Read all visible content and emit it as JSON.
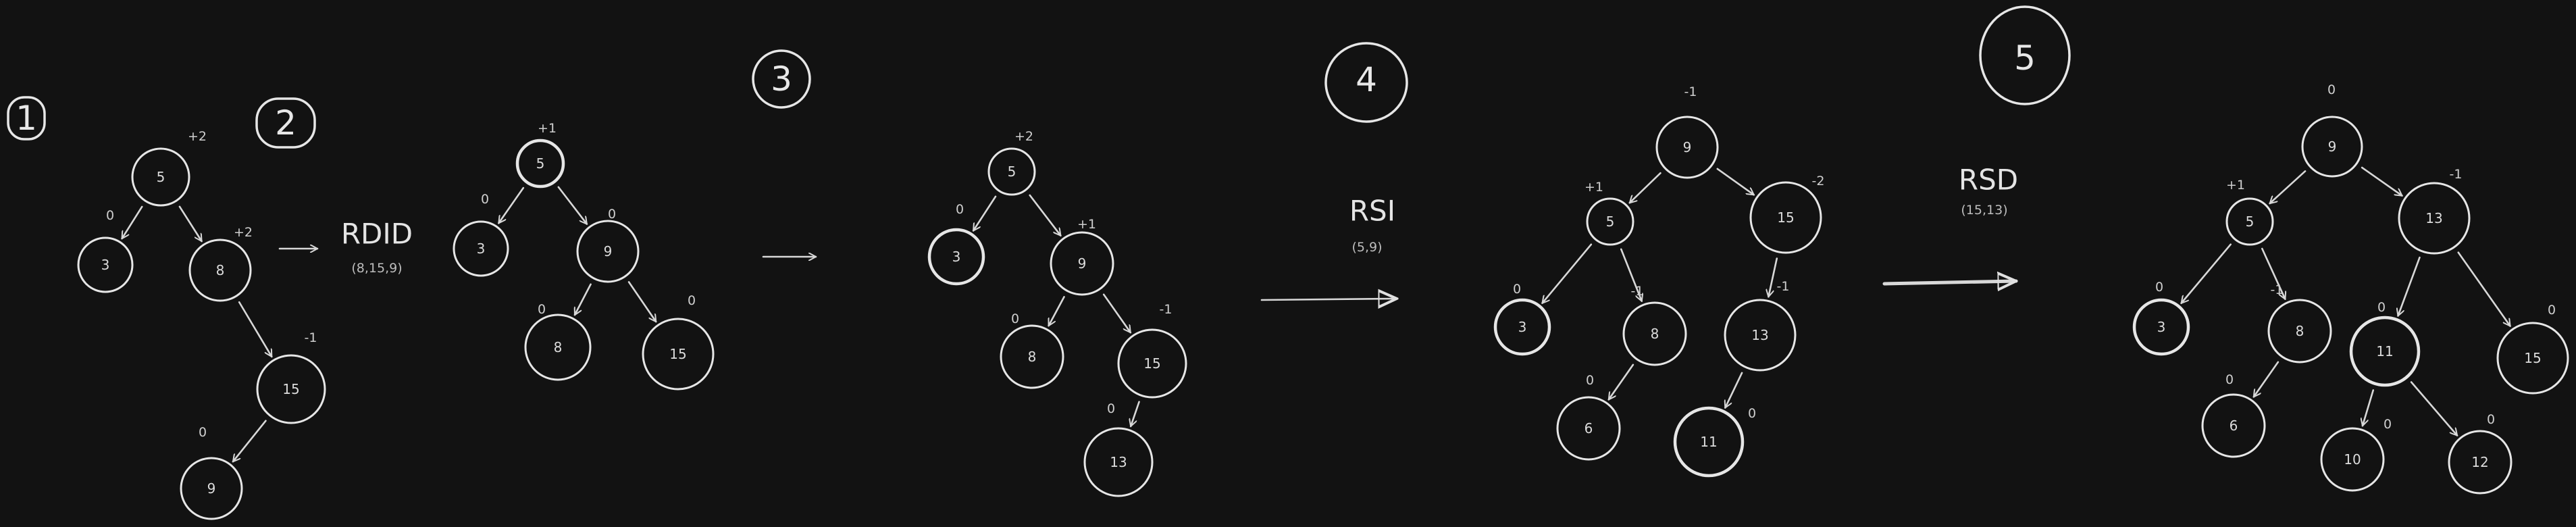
{
  "steps": [
    "1",
    "2",
    "3",
    "4",
    "5"
  ],
  "rotations": [
    {
      "name": "RDID",
      "keys": "(8,15,9)"
    },
    {
      "name": "RSI",
      "keys": "(5,9)"
    },
    {
      "name": "RSD",
      "keys": "(15,13)"
    }
  ],
  "trees": [
    {
      "nodes": [
        {
          "key": "5",
          "bf": "+2"
        },
        {
          "key": "3",
          "bf": "0"
        },
        {
          "key": "8",
          "bf": "+2"
        },
        {
          "key": "15",
          "bf": "-1"
        },
        {
          "key": "9",
          "bf": "0"
        }
      ]
    },
    {
      "nodes": [
        {
          "key": "5",
          "bf": "+1"
        },
        {
          "key": "3",
          "bf": "0"
        },
        {
          "key": "9",
          "bf": "0"
        },
        {
          "key": "8",
          "bf": "0"
        },
        {
          "key": "15",
          "bf": "0"
        }
      ]
    },
    {
      "nodes": [
        {
          "key": "5",
          "bf": "+2"
        },
        {
          "key": "3",
          "bf": "0"
        },
        {
          "key": "9",
          "bf": "+1"
        },
        {
          "key": "8",
          "bf": "0"
        },
        {
          "key": "15",
          "bf": "-1"
        },
        {
          "key": "13",
          "bf": "0"
        }
      ]
    },
    {
      "nodes": [
        {
          "key": "9",
          "bf": "-1"
        },
        {
          "key": "5",
          "bf": "+1"
        },
        {
          "key": "15",
          "bf": "-2"
        },
        {
          "key": "3",
          "bf": "0"
        },
        {
          "key": "8",
          "bf": "-1"
        },
        {
          "key": "13",
          "bf": "-1"
        },
        {
          "key": "6",
          "bf": "0"
        },
        {
          "key": "11",
          "bf": "0"
        }
      ]
    },
    {
      "nodes": [
        {
          "key": "9",
          "bf": "0"
        },
        {
          "key": "5",
          "bf": "+1"
        },
        {
          "key": "13",
          "bf": "-1"
        },
        {
          "key": "3",
          "bf": "0"
        },
        {
          "key": "8",
          "bf": "-1"
        },
        {
          "key": "11",
          "bf": "0"
        },
        {
          "key": "15",
          "bf": "0"
        },
        {
          "key": "6",
          "bf": "0"
        },
        {
          "key": "10",
          "bf": "0"
        },
        {
          "key": "12",
          "bf": "0"
        }
      ]
    }
  ]
}
